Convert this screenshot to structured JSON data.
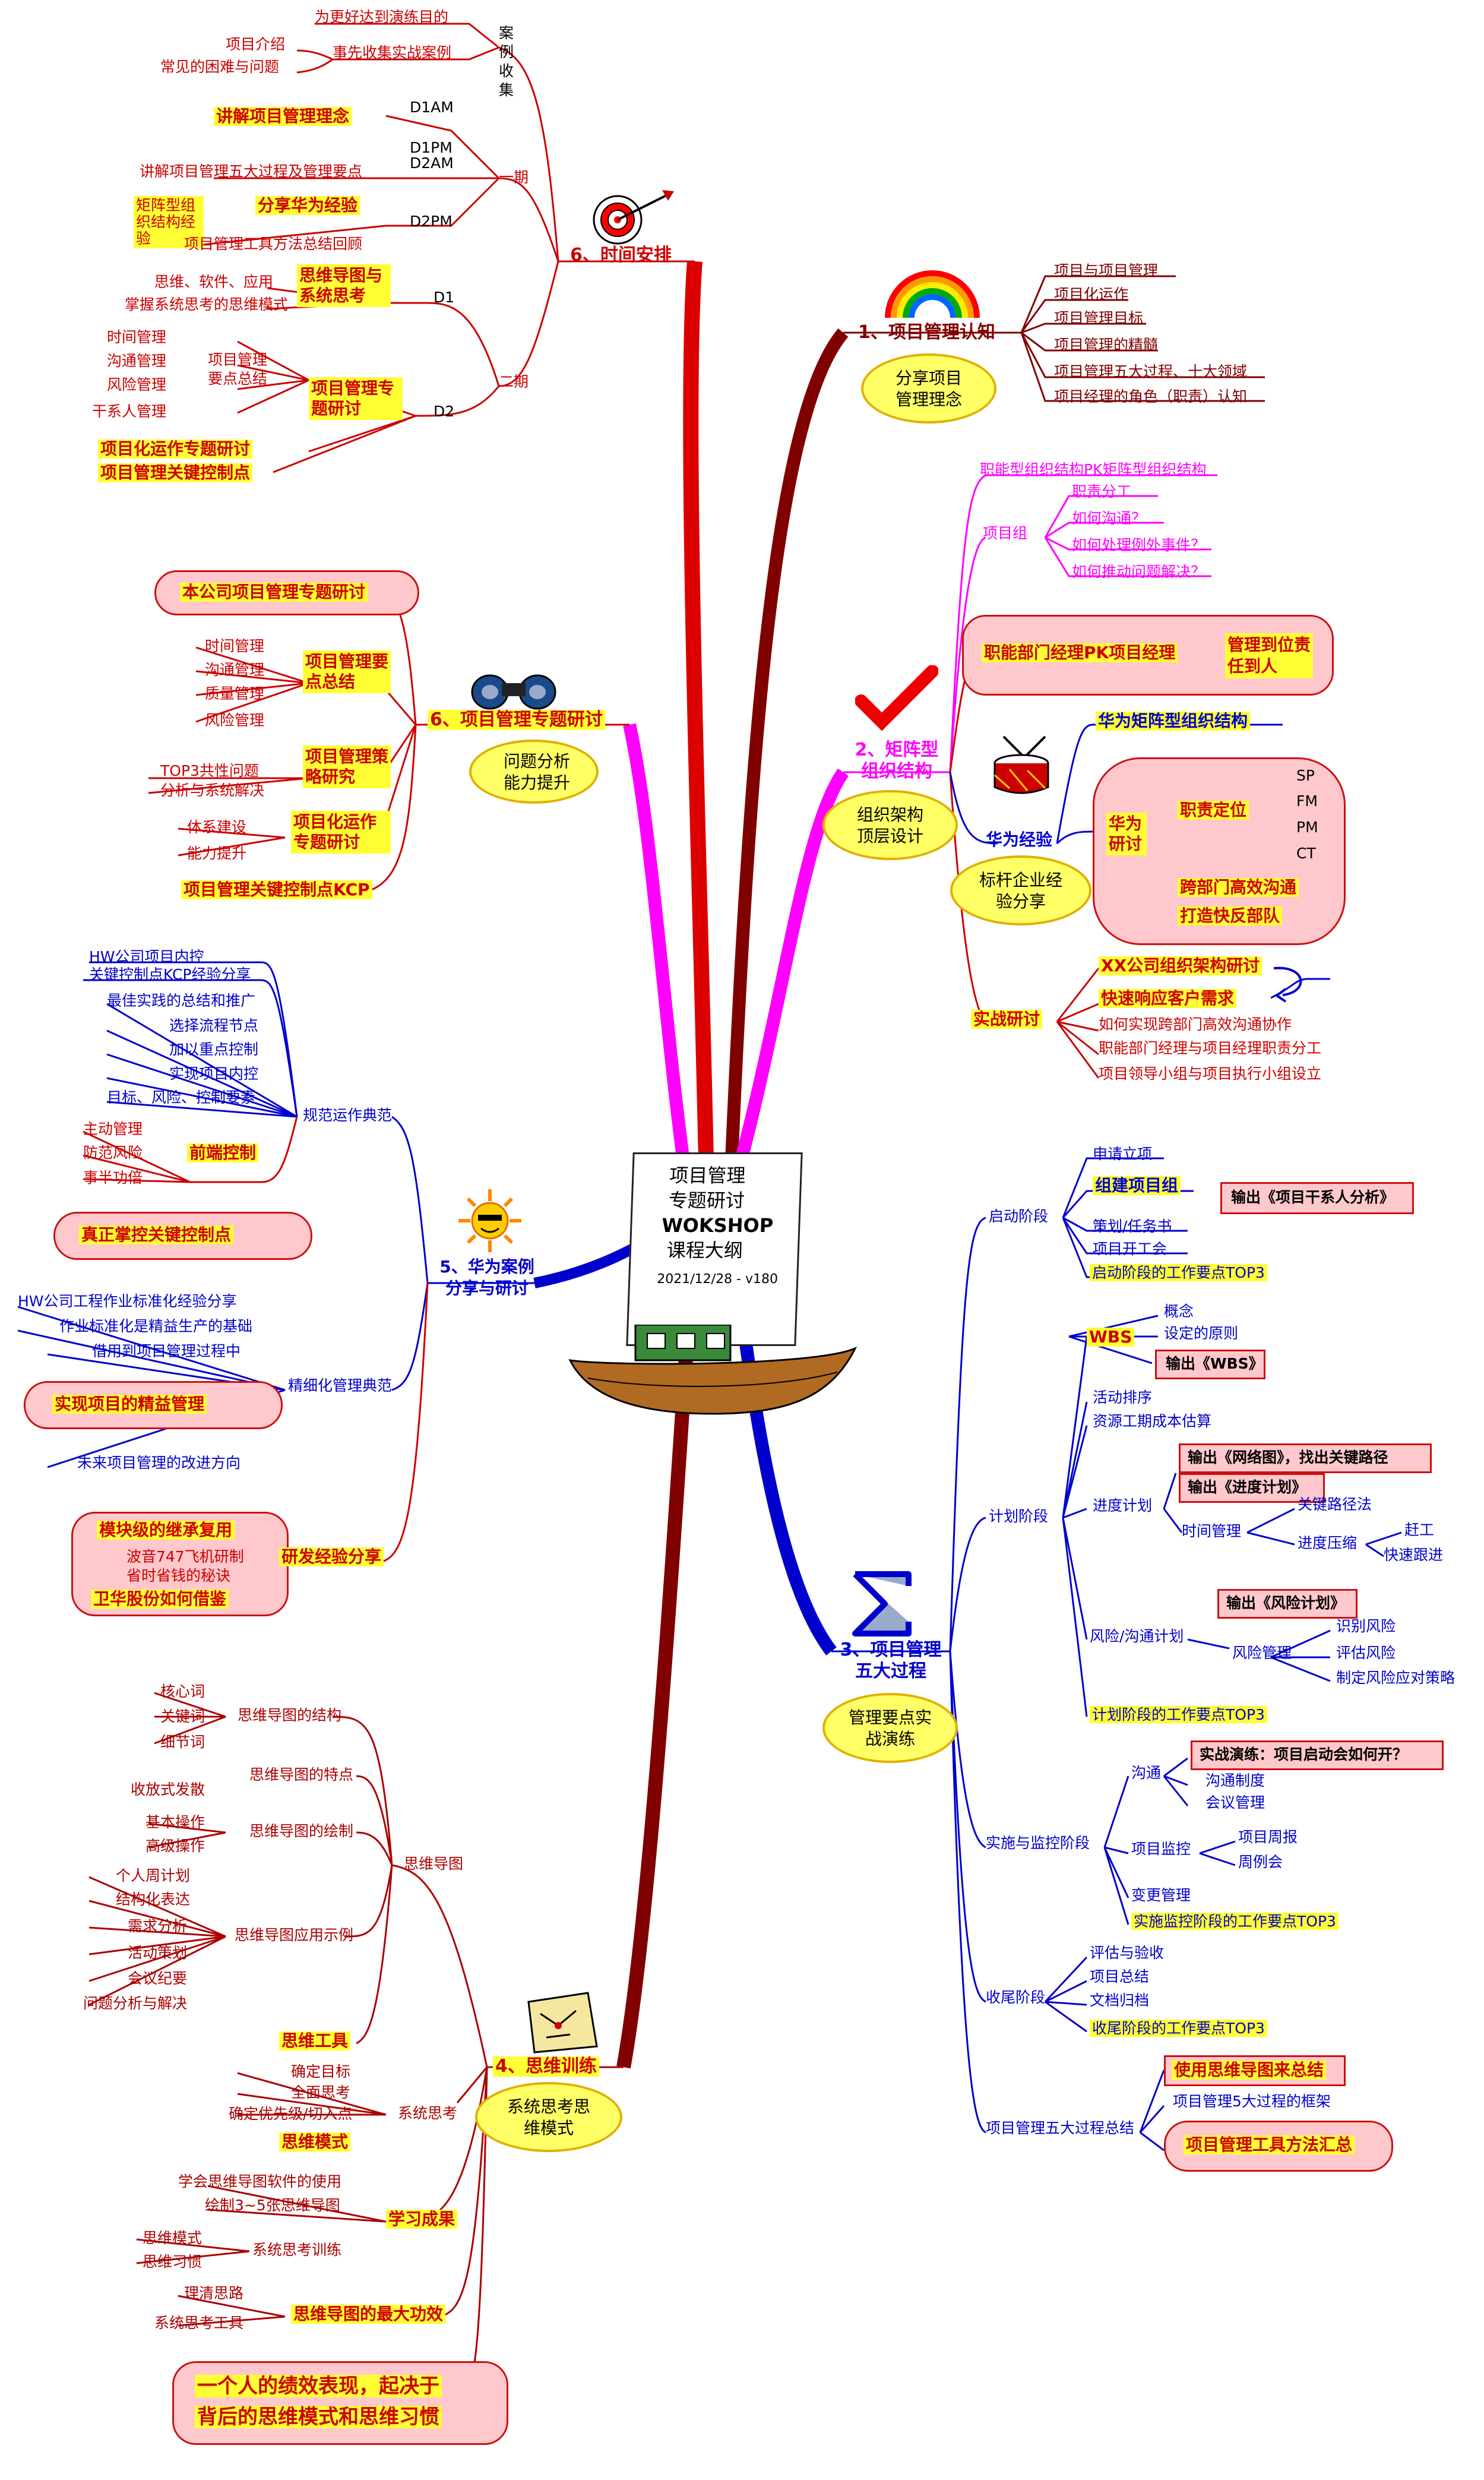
{
  "center": {
    "line1": "项目管理",
    "line2": "专题研讨",
    "line3": "WOKSHOP",
    "line4": "课程大纲",
    "version": "2021/12/28 - v180"
  },
  "b6time": {
    "title": "6、时间安排",
    "case": {
      "label": "案例收集",
      "items": [
        "为更好达到演练目的",
        "事先收集实战案例"
      ],
      "sub": [
        "项目介绍",
        "常见的困难与问题"
      ]
    },
    "p1": {
      "label": "一期",
      "d1am": "D1AM",
      "d1am_box": "讲解项目管理理念",
      "d1pm": "D1PM",
      "d2am": "D2AM",
      "d1pm_item": "讲解项目管理五大过程及管理要点",
      "d2pm": "D2PM",
      "d2pm_box": "分享华为经验",
      "d2pm_side": "矩阵型组织结构经验",
      "d2pm_item": "项目管理工具方法总结回顾"
    },
    "p2": {
      "label": "二期",
      "d1": "D1",
      "d1_box": "思维导图与系统思考",
      "d1_items": [
        "思维、软件、应用",
        "掌握系统思考的思维模式"
      ],
      "d2": "D2",
      "d2_box": "项目管理专题研讨",
      "d2_side": "项目管理要点总结",
      "d2_items": [
        "时间管理",
        "沟通管理",
        "风险管理",
        "干系人管理"
      ],
      "d2_box2": "项目化运作专题研讨",
      "d2_box3": "项目管理关键控制点"
    }
  },
  "b6topic": {
    "title": "6、项目管理专题研讨",
    "oval": "问题分析能力提升",
    "top": "本公司项目管理专题研讨",
    "g1": {
      "label": "项目管理要点总结",
      "items": [
        "时间管理",
        "沟通管理",
        "质量管理",
        "风险管理"
      ]
    },
    "g2": {
      "label": "项目管理策略研究",
      "items": [
        "TOP3共性问题",
        "分析与系统解决"
      ]
    },
    "g3": {
      "label": "项目化运作专题研讨",
      "items": [
        "体系建设",
        "能力提升"
      ]
    },
    "bottom": "项目管理关键控制点KCP"
  },
  "b5": {
    "title": "5、华为案例分享与研讨",
    "g1": {
      "label": "规范运作典范",
      "items": [
        "HW公司项目内控",
        "关键控制点KCP经验分享",
        "最佳实践的总结和推广",
        "选择流程节点",
        "加以重点控制",
        "实现项目内控",
        "目标、风险、控制要素"
      ],
      "front": "前端控制",
      "front_items": [
        "主动管理",
        "防范风险",
        "事半功倍"
      ],
      "cloud": "真正掌控关键控制点"
    },
    "g2": {
      "label": "精细化管理典范",
      "items": [
        "HW公司工程作业标准化经验分享",
        "作业标准化是精益生产的基础",
        "借用到项目管理过程中"
      ],
      "cloud": "实现项目的精益管理",
      "last": "未来项目管理的改进方向"
    },
    "g3": {
      "label": "研发经验分享",
      "items": [
        "模块级的继承复用",
        "波音747飞机研制",
        "省时省钱的秘诀",
        "卫华股份如何借鉴"
      ]
    }
  },
  "b4": {
    "title": "4、思维训练",
    "oval": "系统思考思维模式",
    "mm": {
      "label": "思维导图",
      "tool": "思维工具",
      "struct": {
        "label": "思维导图的结构",
        "items": [
          "核心词",
          "关键词",
          "细节词"
        ]
      },
      "feat": {
        "label": "思维导图的特点",
        "items": [
          "收放式发散"
        ]
      },
      "draw": {
        "label": "思维导图的绘制",
        "items": [
          "基本操作",
          "高级操作"
        ]
      },
      "ex": {
        "label": "思维导图应用示例",
        "items": [
          "个人周计划",
          "结构化表达",
          "需求分析",
          "活动策划",
          "会议纪要",
          "问题分析与解决"
        ]
      }
    },
    "sys": {
      "label": "系统思考",
      "items": [
        "确定目标",
        "全面思考",
        "确定优先级/切入点"
      ],
      "box": "思维模式"
    },
    "res": {
      "label": "学习成果",
      "items": [
        "学会思维导图软件的使用",
        "绘制3~5张思维导图"
      ],
      "sub": "系统思考训练",
      "sub_items": [
        "思维模式",
        "思维习惯"
      ]
    },
    "max": {
      "label": "思维导图的最大功效",
      "items": [
        "理清思路",
        "系统思考工具"
      ]
    },
    "quote": [
      "一个人的绩效表现，起决于",
      "背后的思维模式和思维习惯"
    ]
  },
  "b1": {
    "title": "1、项目管理认知",
    "oval": "分享项目管理理念",
    "items": [
      "项目与项目管理",
      "项目化运作",
      "项目管理目标",
      "项目管理的精髓",
      "项目管理五大过程、十大领域",
      "项目经理的角色（职责）认知"
    ]
  },
  "b2": {
    "title": "2、矩阵型组织结构",
    "oval": "组织架构顶层设计",
    "top": "职能型组织结构PK矩阵型组织结构",
    "grp": {
      "label": "项目组",
      "items": [
        "职责分工",
        "如何沟通？",
        "如何处理例外事件？",
        "如何推动问题解决？"
      ]
    },
    "pk": "职能部门经理PK项目经理",
    "pk2": "管理到位责任到人",
    "hw": {
      "label": "华为经验",
      "oval": "标杆企业经验分享",
      "box": "华为矩阵型组织结构",
      "res": "华为研讨",
      "duty": "职责定位",
      "roles": [
        "SP",
        "FM",
        "PM",
        "CT"
      ],
      "c1": "跨部门高效沟通",
      "c2": "打造快反部队"
    },
    "real": {
      "label": "实战研讨",
      "items": [
        "XX公司组织架构研讨",
        "快速响应客户需求",
        "如何实现跨部门高效沟通协作",
        "职能部门经理与项目经理职责分工",
        "项目领导小组与项目执行小组设立"
      ]
    }
  },
  "b3": {
    "title": "3、项目管理五大过程",
    "oval": "管理要点实战演练",
    "start": {
      "label": "启动阶段",
      "items": [
        "申请立项",
        "组建项目组",
        "策划/任务书",
        "项目开工会",
        "启动阶段的工作要点TOP3"
      ],
      "out": "输出《项目干系人分析》"
    },
    "plan": {
      "label": "计划阶段",
      "wbs": "WBS",
      "wbs_items": [
        "概念",
        "设定的原则"
      ],
      "wbs_out": "输出《WBS》",
      "items": [
        "活动排序",
        "资源工期成本估算"
      ],
      "prog": "进度计划",
      "prog_out1": "输出《网络图》，找出关键路径",
      "prog_out2": "输出《进度计划》",
      "time": "时间管理",
      "time_items": [
        "关键路径法",
        "进度压缩"
      ],
      "comp": [
        "赶工",
        "快速跟进"
      ],
      "risk": "风险/沟通计划",
      "risk_out": "输出《风险计划》",
      "riskm": "风险管理",
      "riskm_items": [
        "识别风险",
        "评估风险",
        "制定风险应对策略"
      ],
      "top3": "计划阶段的工作要点TOP3"
    },
    "exec": {
      "label": "实施与监控阶段",
      "comm": "沟通",
      "comm_out": "实战演练：项目启动会如何开？",
      "comm_items": [
        "沟通制度",
        "会议管理"
      ],
      "mon": "项目监控",
      "mon_items": [
        "项目周报",
        "周例会"
      ],
      "chg": "变更管理",
      "top3": "实施监控阶段的工作要点TOP3"
    },
    "close": {
      "label": "收尾阶段",
      "items": [
        "评估与验收",
        "项目总结",
        "文档归档",
        "收尾阶段的工作要点TOP3"
      ]
    },
    "sum": {
      "label": "项目管理五大过程总结",
      "items": [
        "使用思维导图来总结",
        "项目管理5大过程的框架"
      ],
      "cloud": "项目管理工具方法汇总"
    }
  }
}
